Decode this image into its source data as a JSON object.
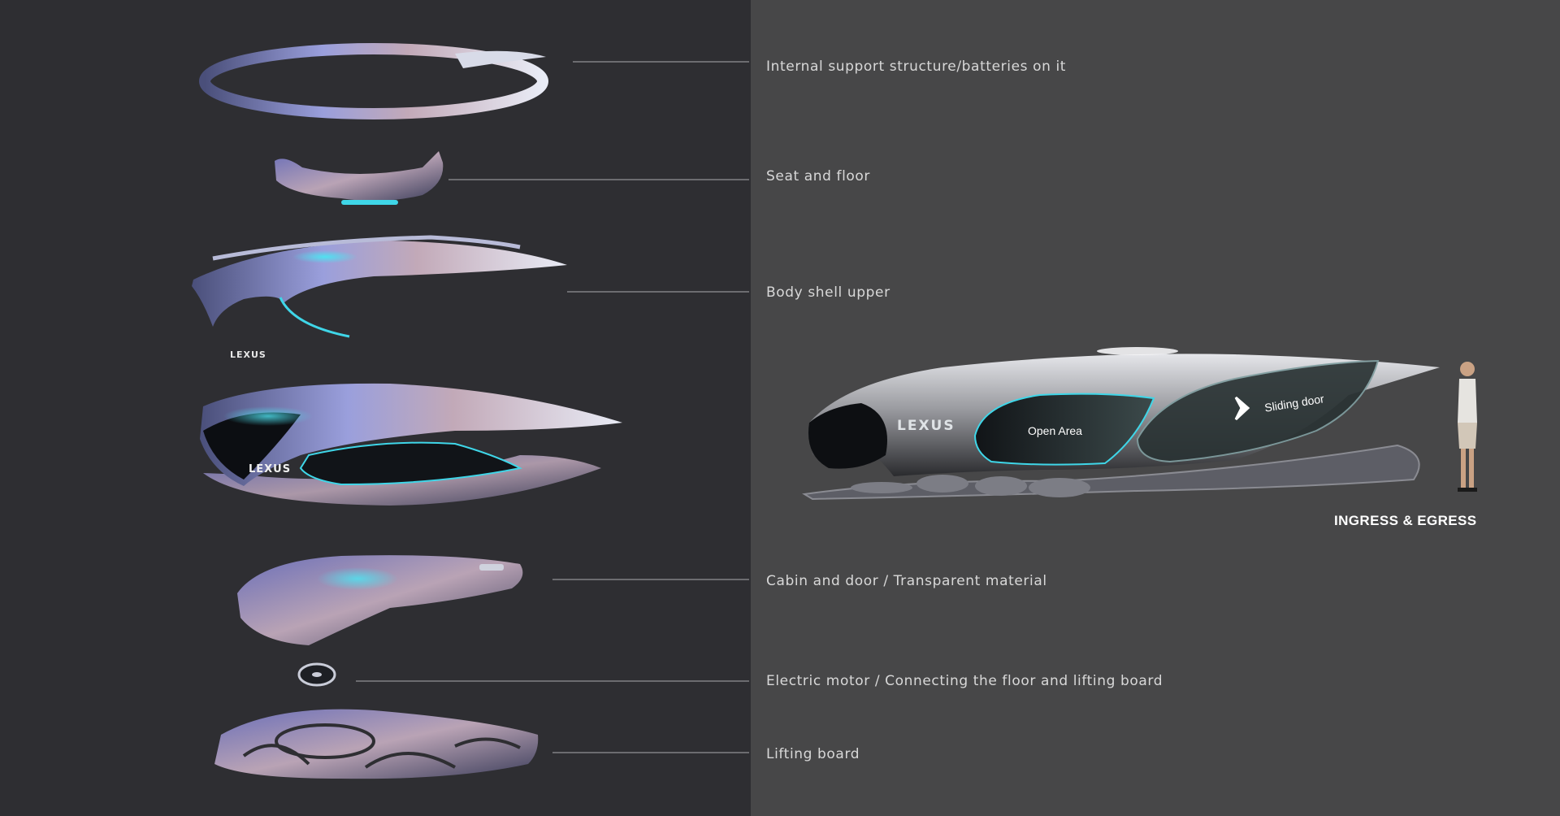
{
  "layers": [
    {
      "label": "Internal support structure/batteries on it"
    },
    {
      "label": "Seat and floor"
    },
    {
      "label": "Body shell upper"
    },
    {
      "label": "Cabin and door / Transparent  material"
    },
    {
      "label": "Electric motor / Connecting the floor and lifting board"
    },
    {
      "label": "Lifting board"
    }
  ],
  "brand": "LEXUS",
  "side_view": {
    "sliding_door": "Sliding door",
    "open_area": "Open Area",
    "caption": "INGRESS & EGRESS"
  },
  "colors": {
    "left_background": "#2e2e32",
    "right_background": "#474748",
    "label_text": "#d8d8d8",
    "accent_cyan": "#3fd6e8",
    "accent_violet": "#7a7ad8"
  }
}
